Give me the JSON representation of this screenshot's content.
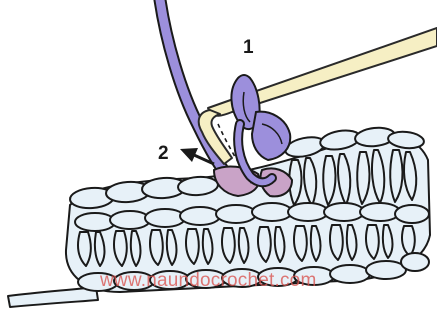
{
  "diagram": {
    "step_labels": [
      "1",
      "2"
    ],
    "watermark": "www.naundocrochet.com",
    "colors": {
      "yarn_body": "#e7f1f8",
      "yarn_outline": "#1a1a1a",
      "working_yarn": "#9c8fdc",
      "hook": "#f6efc4",
      "hook_outline": "#2a2a2a",
      "inner_stitch": "#c9a3c7",
      "watermark": "#d9534f"
    },
    "icons": [
      "crochet-hook-icon",
      "working-yarn-icon",
      "direction-arrow-icon"
    ]
  }
}
